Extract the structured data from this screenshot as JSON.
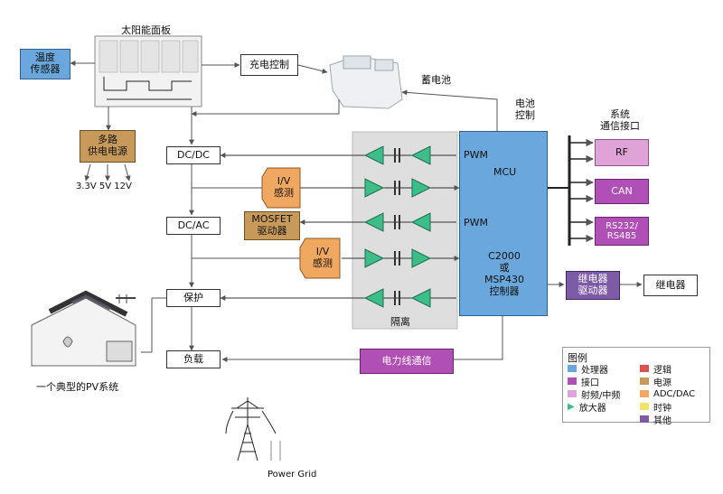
{
  "labels": {
    "solar_panel": "太阳能面板",
    "temp_sensor": "温度\n传感器",
    "charge_control": "充电控制",
    "battery": "蓄电池",
    "battery_control": "电池\n控制",
    "multi_power": "多路\n供电电源",
    "voltages": "3.3V 5V 12V",
    "dcdc": "DC/DC",
    "dcac": "DC/AC",
    "protection": "保护",
    "load": "负载",
    "iv_sense_1": "I/V\n感测",
    "iv_sense_2": "I/V\n感测",
    "mosfet_driver": "MOSFET\n驱动器",
    "isolation": "隔离",
    "pwm_1": "PWM",
    "pwm_2": "PWM",
    "mcu": "MCU",
    "controller": "C2000\n或\nMSP430\n控制器",
    "sys_comm": "系统\n通信接口",
    "rf": "RF",
    "can": "CAN",
    "rs": "RS232/\nRS485",
    "relay_driver": "继电器\n驱动器",
    "relay": "继电器",
    "plc": "电力线通信",
    "house_caption": "一个典型的PV系统",
    "power_grid": "Power Grid"
  },
  "legend": {
    "title": "图例",
    "items": [
      {
        "label": "处理器",
        "color": "#6aa7dc"
      },
      {
        "label": "接口",
        "color": "#b04fb5"
      },
      {
        "label": "射频/中频",
        "color": "#e0a3d8"
      },
      {
        "label": "放大器",
        "color": "#3dbd8a",
        "icon": "triangle-icon"
      },
      {
        "label": "逻辑",
        "color": "#d9534f"
      },
      {
        "label": "电源",
        "color": "#c79a5b"
      },
      {
        "label": "ADC/DAC",
        "color": "#f0a860"
      },
      {
        "label": "时钟",
        "color": "#f3e26b"
      },
      {
        "label": "其他",
        "color": "#7d5ba6"
      }
    ]
  },
  "colors": {
    "processor": "#6aa7dc",
    "interface": "#b04fb5",
    "rf": "#e0a3d8",
    "amplifier": "#3dbd8a",
    "power": "#c79a5b",
    "adc": "#f0a860",
    "other": "#7d5ba6",
    "isolation_bg": "#dcdcdc"
  }
}
